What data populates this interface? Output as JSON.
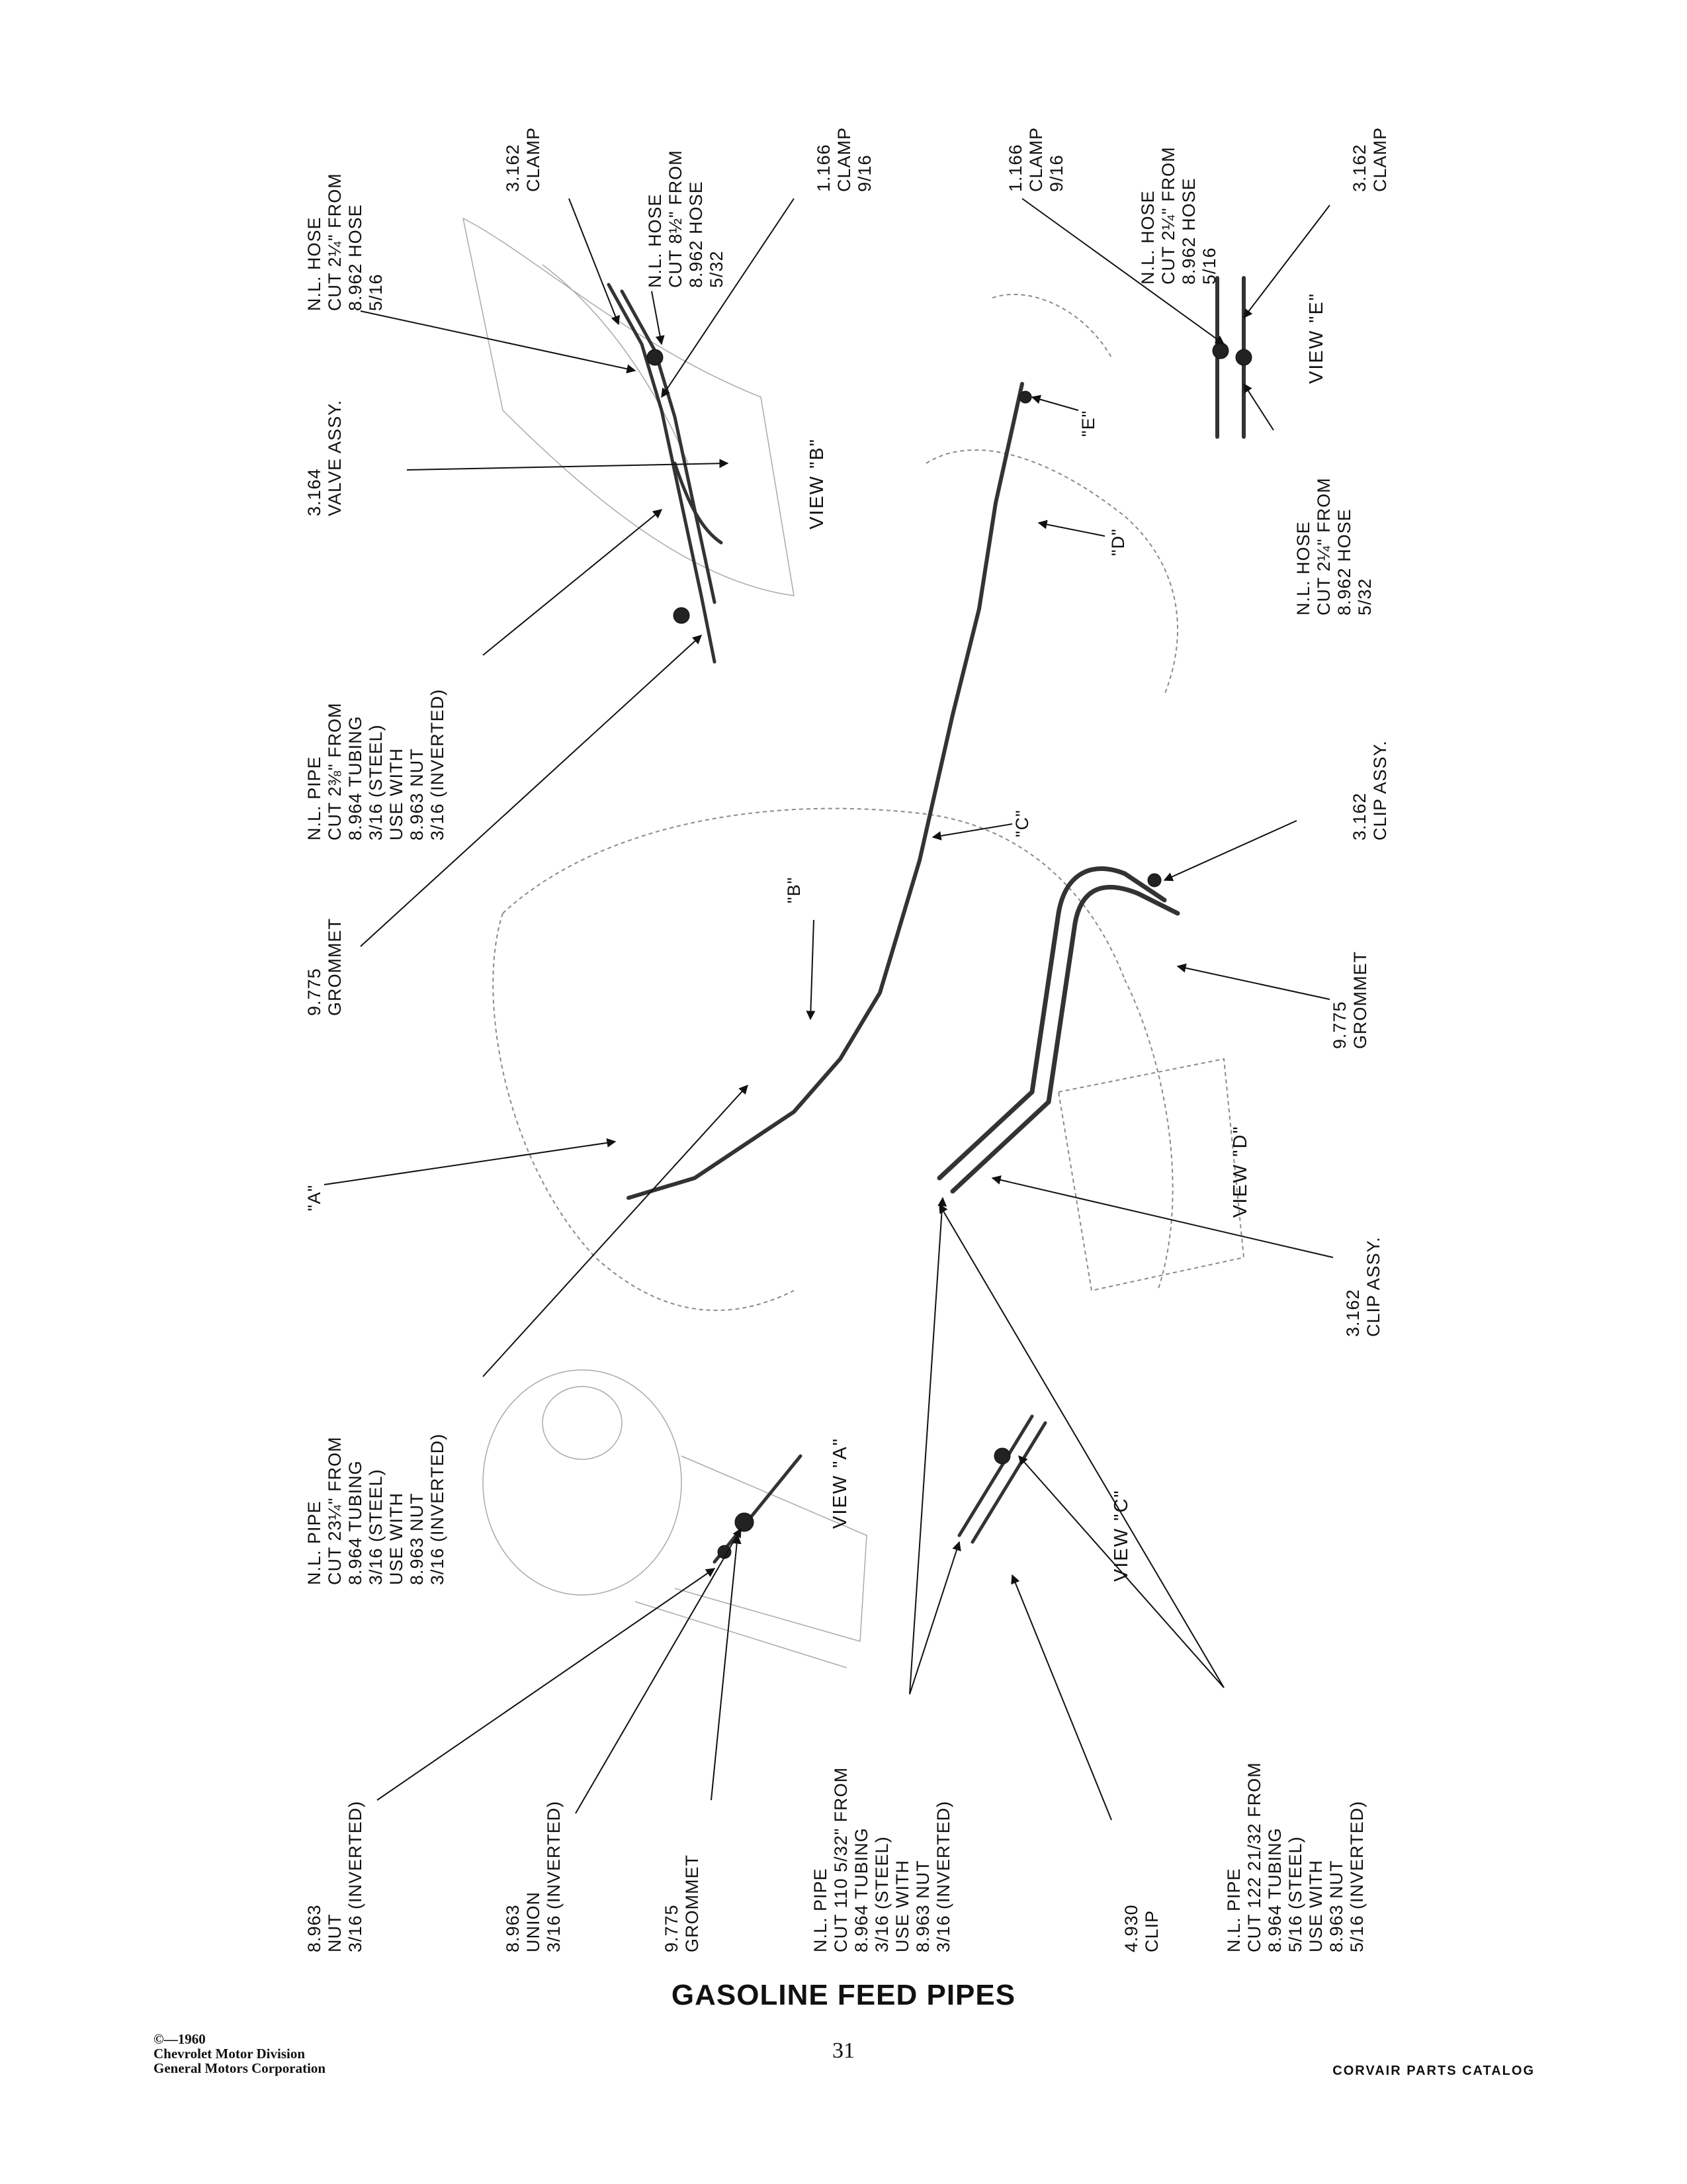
{
  "labels": {
    "top_hose_a": [
      "N.L. HOSE",
      "CUT 2¼\" FROM",
      "8.962 HOSE",
      "5/16"
    ],
    "top_clamp_3162": [
      "3.162",
      "CLAMP"
    ],
    "top_hose_b": [
      "N.L. HOSE",
      "CUT 8½\" FROM",
      "8.962 HOSE",
      "5/32"
    ],
    "top_clamp_1166_left": [
      "1.166",
      "CLAMP",
      "9/16"
    ],
    "top_clamp_1166_right": [
      "1.166",
      "CLAMP",
      "9/16"
    ],
    "top_hose_c": [
      "N.L. HOSE",
      "CUT 2¼\" FROM",
      "8.962 HOSE",
      "5/16"
    ],
    "top_clamp_3162_right": [
      "3.162",
      "CLAMP"
    ],
    "valve_assy": [
      "3.164",
      "VALVE ASSY."
    ],
    "view_b": "VIEW \"B\"",
    "view_e": "VIEW \"E\"",
    "callout_e": "\"E\"",
    "callout_d": "\"D\"",
    "hose_d": [
      "N.L. HOSE",
      "CUT 2¼\" FROM",
      "8.962 HOSE",
      "5/32"
    ],
    "pipe_top": [
      "N.L. PIPE",
      "CUT 2⅜\" FROM",
      "8.964 TUBING",
      "3/16 (STEEL)",
      "USE WITH",
      "8.963 NUT",
      "3/16 (INVERTED)"
    ],
    "grommet_top": [
      "9.775",
      "GROMMET"
    ],
    "callout_b": "\"B\"",
    "callout_c": "\"C\"",
    "clip_assy_top": [
      "3.162",
      "CLIP ASSY."
    ],
    "grommet_right": [
      "9.775",
      "GROMMET"
    ],
    "view_d": "VIEW \"D\"",
    "callout_a": "\"A\"",
    "clip_assy_bottom": [
      "3.162",
      "CLIP ASSY."
    ],
    "pipe_mid": [
      "N.L. PIPE",
      "CUT 23¼\" FROM",
      "8.964 TUBING",
      "3/16 (STEEL)",
      "USE WITH",
      "8.963 NUT",
      "3/16 (INVERTED)"
    ],
    "view_a": "VIEW \"A\"",
    "view_c": "VIEW \"C\"",
    "nut_bottom": [
      "8.963",
      "NUT",
      "3/16 (INVERTED)"
    ],
    "union_bottom": [
      "8.963",
      "UNION",
      "3/16 (INVERTED)"
    ],
    "grommet_bottom": [
      "9.775",
      "GROMMET"
    ],
    "pipe_bottom_a": [
      "N.L. PIPE",
      "CUT 110 5/32\" FROM",
      "8.964 TUBING",
      "3/16 (STEEL)",
      "USE WITH",
      "8.963 NUT",
      "3/16 (INVERTED)"
    ],
    "clip_bottom": [
      "4.930",
      "CLIP"
    ],
    "pipe_bottom_b": [
      "N.L. PIPE",
      "CUT 122 21/32 FROM",
      "8.964 TUBING",
      "5/16 (STEEL)",
      "USE WITH",
      "8.963 NUT",
      "5/16 (INVERTED)"
    ]
  },
  "title": "GASOLINE FEED PIPES",
  "footer": {
    "copyright": [
      "©—1960",
      "Chevrolet Motor Division",
      "General Motors Corporation"
    ],
    "page_number": "31",
    "catalog": "CORVAIR PARTS CATALOG"
  }
}
